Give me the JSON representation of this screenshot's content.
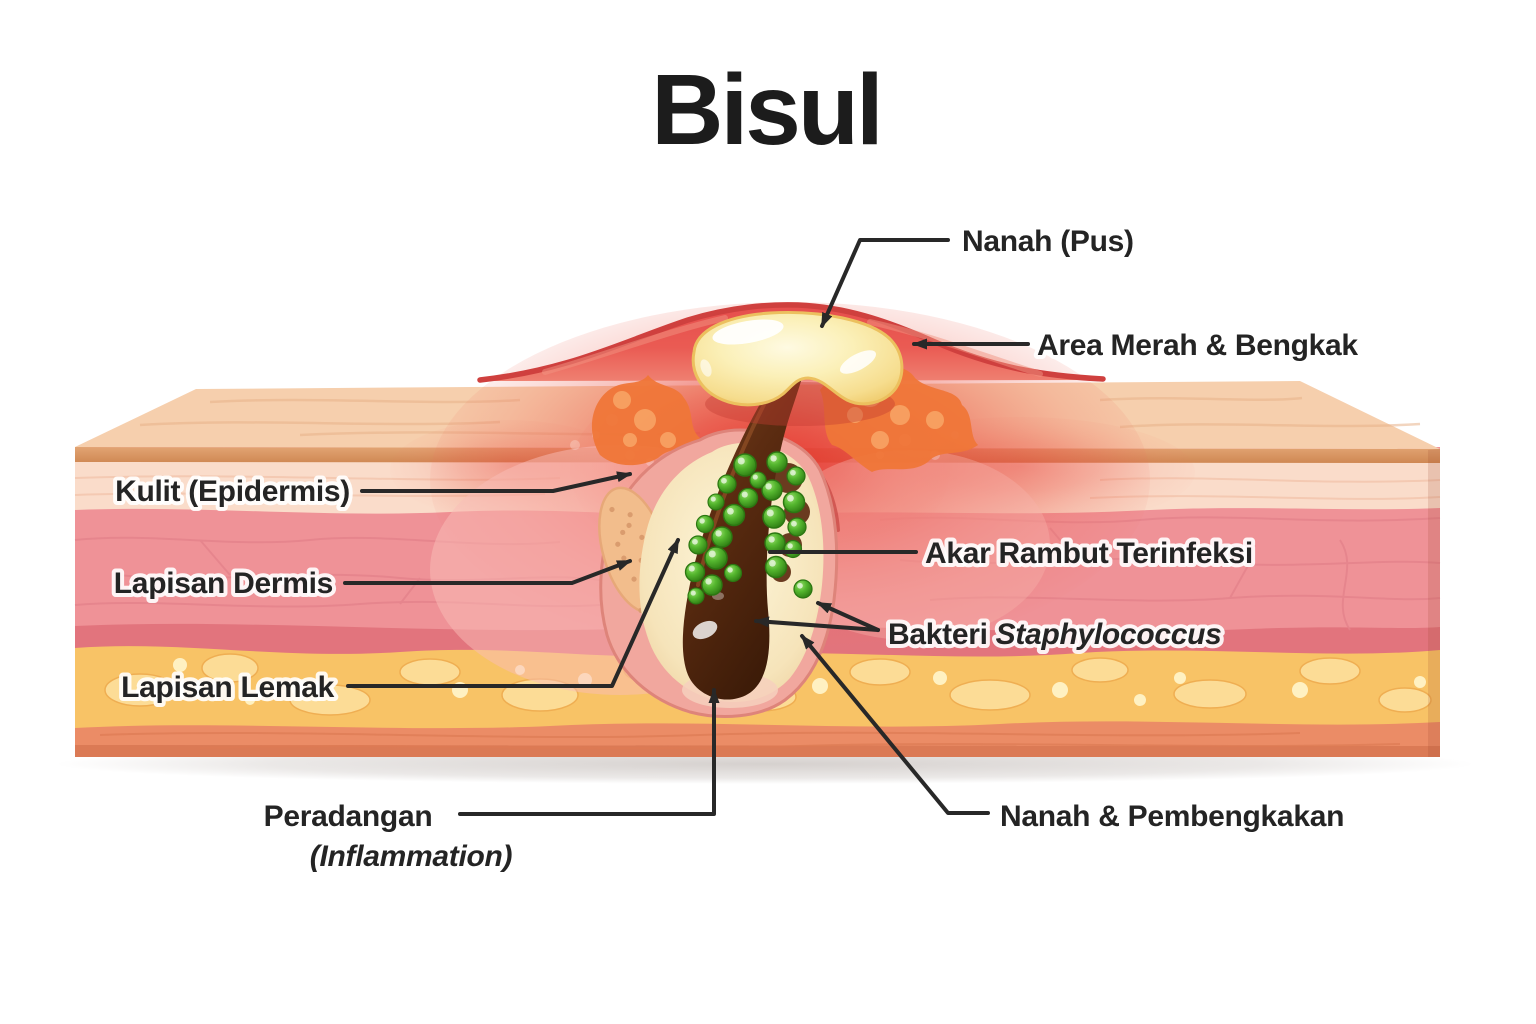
{
  "diagram": {
    "title": "Bisul",
    "labels": {
      "nanah_pus": "Nanah (Pus)",
      "area_merah": "Area Merah & Bengkak",
      "kulit_epidermis": "Kulit (Epidermis)",
      "lapisan_dermis": "Lapisan Dermis",
      "lapisan_lemak": "Lapisan Lemak",
      "peradangan": "Peradangan",
      "peradangan_sub": "(Inflammation)",
      "akar_rambut": "Akar Rambut Terinfeksi",
      "bakteri_prefix": "Bakteri ",
      "bakteri_species": "Staphylococcus",
      "nanah_pembengkakan": "Nanah & Pembengkakan"
    },
    "colors": {
      "background": "#ffffff",
      "title_text": "#1c1c1c",
      "label_text": "#242424",
      "leader_line": "#282828",
      "top_face": "#f6cfad",
      "surface_strip": "#dc9c6a",
      "epidermis": "#fadcca",
      "dermis": "#ef9297",
      "dermis_band": "#e0717a",
      "fat": "#f8c366",
      "fat_lobule": "#fcdc96",
      "bottom_layer": "#eb8c66",
      "boil_red": "#e95251",
      "inflamed_orange": "#ef7638",
      "pus": "#fbf0b8",
      "follicle_brown": "#5c2c11",
      "bacteria_green": "#49a826",
      "sac_cream": "#fdf6da",
      "sac_pink": "#f1a79e",
      "gland_tan": "#f2bd8c"
    }
  }
}
